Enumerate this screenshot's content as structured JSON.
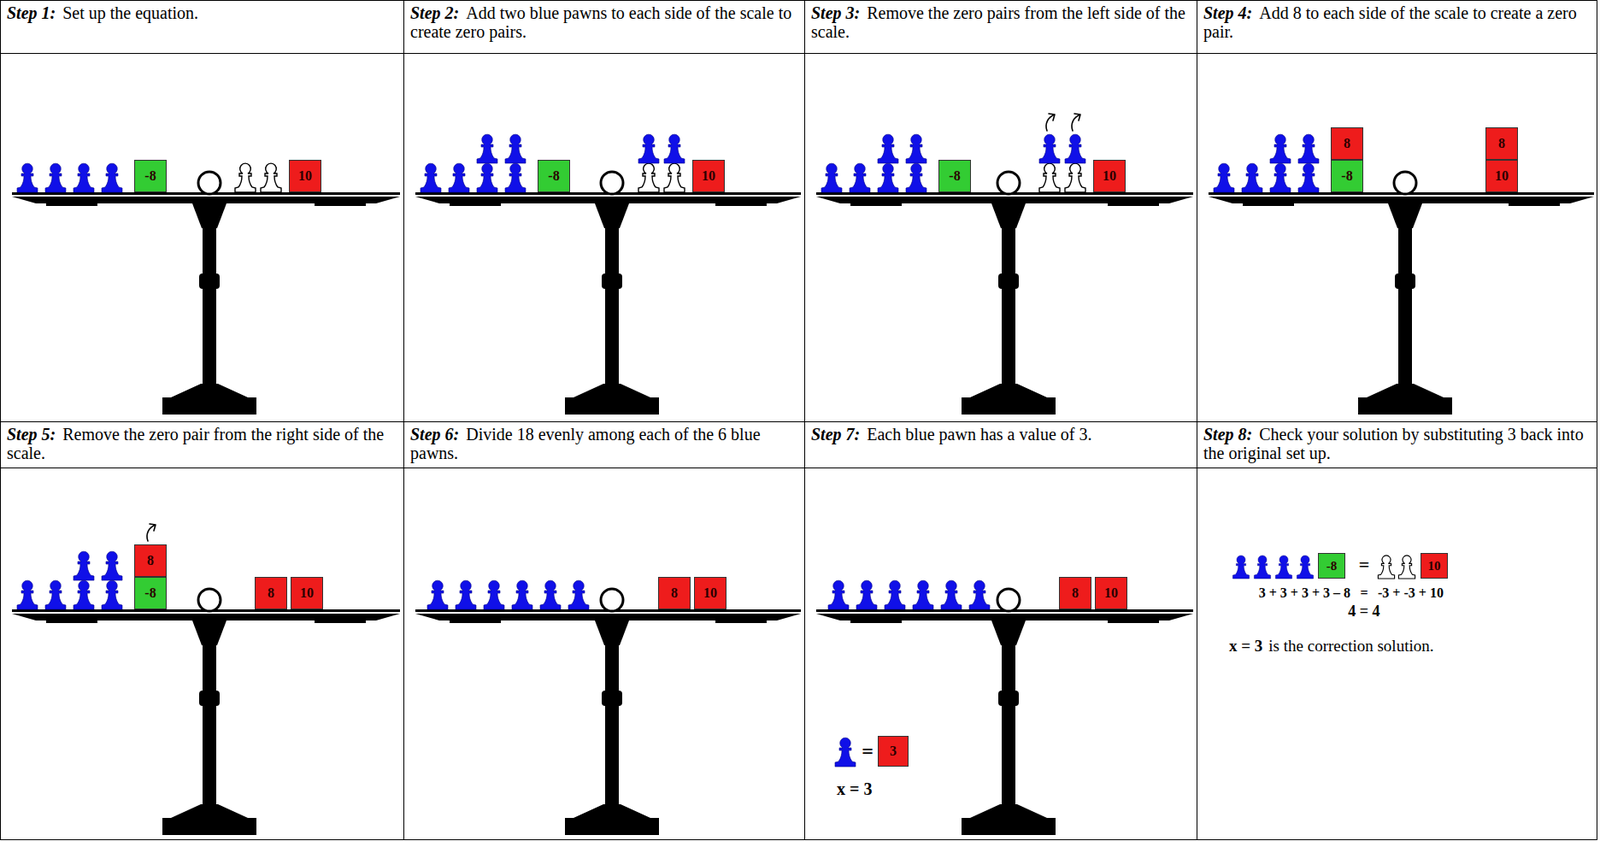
{
  "diagram": {
    "nodes": [
      {
        "text": [
          "Step 1:",
          "Set up the equation."
        ]
      },
      {
        "text": [
          "Step 2:",
          "Add two blue pawns to each side of the scale to create zero pairs."
        ]
      },
      {
        "text": [
          "Step 3:",
          "Remove the zero pairs from the left side of the scale."
        ]
      },
      {
        "text": [
          "Step 4:",
          "Add 8 to each side of the scale to create a zero pair."
        ]
      },
      {
        "text": [
          "-8"
        ]
      },
      {
        "text": [
          "10"
        ]
      },
      {
        "text": [
          "-8"
        ]
      },
      {
        "text": [
          "10"
        ]
      },
      {
        "text": [
          "-8"
        ]
      },
      {
        "text": [
          "10"
        ]
      },
      {
        "text": [
          "8"
        ]
      },
      {
        "text": [
          "-8"
        ]
      },
      {
        "text": [
          "8"
        ]
      },
      {
        "text": [
          "10"
        ]
      },
      {
        "text": [
          "Step 5:",
          "Remove the zero pair from the right side of the scale."
        ]
      },
      {
        "text": [
          "Step 6:",
          "Divide 18 evenly among each of the 6 blue pawns."
        ]
      },
      {
        "text": [
          "Step 7:",
          "Each blue pawn has a value of 3."
        ]
      },
      {
        "text": [
          "Step 8:",
          "Check your solution by substituting 3 back into the original set up."
        ]
      },
      {
        "text": [
          "8"
        ]
      },
      {
        "text": [
          "-8"
        ]
      },
      {
        "text": [
          "8"
        ]
      },
      {
        "text": [
          "10"
        ]
      },
      {
        "text": [
          "8"
        ]
      },
      {
        "text": [
          "10"
        ]
      },
      {
        "text": [
          "8"
        ]
      },
      {
        "text": [
          "10"
        ]
      },
      {
        "text": [
          "3"
        ]
      },
      {
        "text": [
          "-8"
        ]
      },
      {
        "text": [
          "10"
        ]
      }
    ],
    "labels": [
      "=",
      "x = 3",
      "=",
      "3 + 3 + 3 + 3 – 8",
      "=",
      "-3 + -3 + 10",
      "4 = 4",
      "x = 3",
      "is the correction solution."
    ]
  }
}
